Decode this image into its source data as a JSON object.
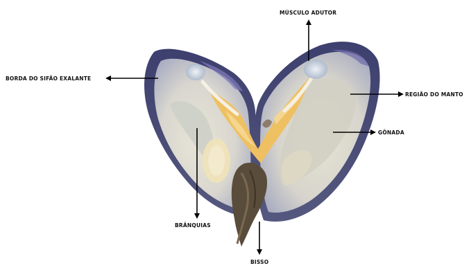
{
  "labels": {
    "musculo_adutor": "MÚSCULO ADUTOR",
    "borda_sifao": "BORDA DO SIFÃO EXALANTE",
    "regiao_manto": "REGIÃO DO MANTO",
    "gonada": "GÔNADA",
    "branquias": "BRÂNQUIAS",
    "bisso": "BISSO"
  }
}
